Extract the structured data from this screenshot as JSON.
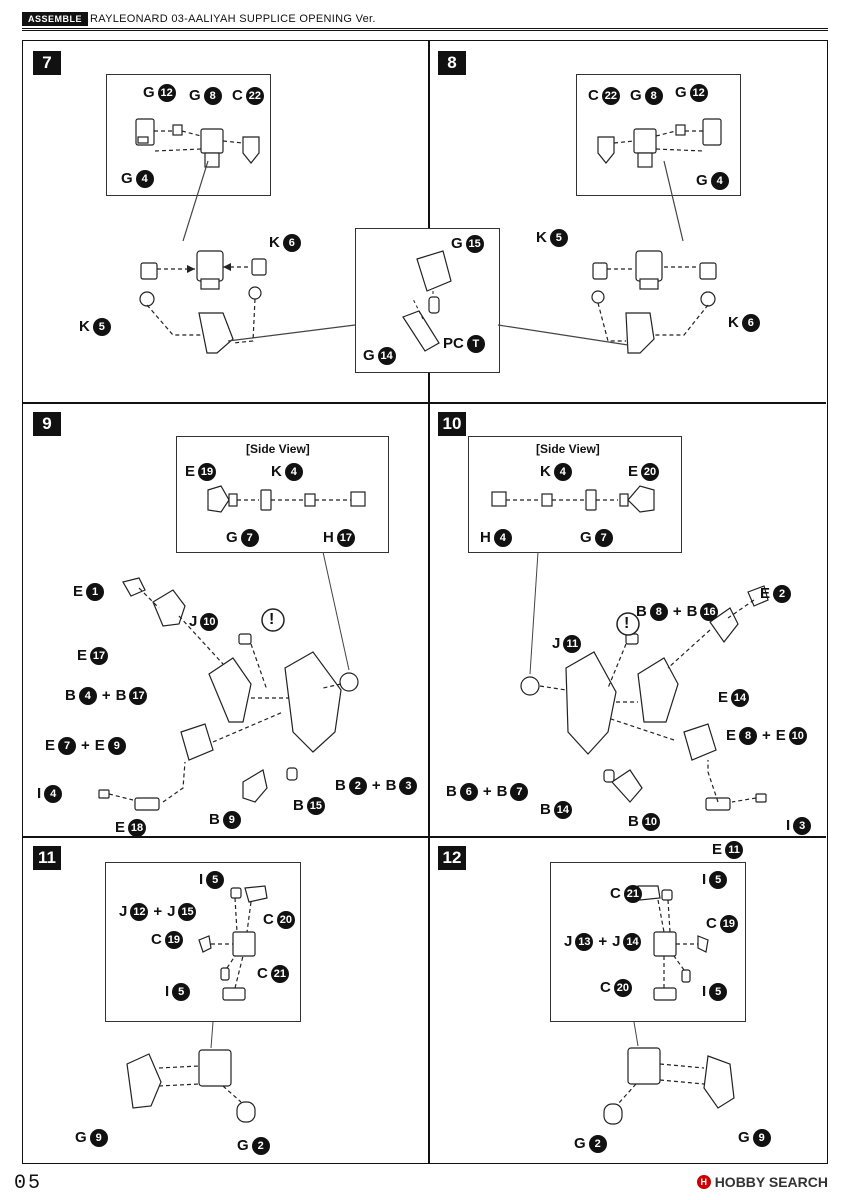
{
  "header": {
    "tag": "ASSEMBLE",
    "title": "RAYLEONARD 03-AALIYAH SUPPLICE OPENING Ver."
  },
  "steps": {
    "s7": {
      "badge": "7",
      "labels": [
        {
          "letter": "G",
          "num": "12"
        },
        {
          "letter": "G",
          "num": "8"
        },
        {
          "letter": "C",
          "num": "22"
        },
        {
          "letter": "G",
          "num": "4"
        },
        {
          "letter": "K",
          "num": "6"
        },
        {
          "letter": "K",
          "num": "5"
        }
      ]
    },
    "center": {
      "labels": [
        {
          "letter": "G",
          "num": "15"
        },
        {
          "letter": "G",
          "num": "14"
        },
        {
          "letter": "PC",
          "num": "T"
        }
      ]
    },
    "s8": {
      "badge": "8",
      "labels": [
        {
          "letter": "C",
          "num": "22"
        },
        {
          "letter": "G",
          "num": "8"
        },
        {
          "letter": "G",
          "num": "12"
        },
        {
          "letter": "G",
          "num": "4"
        },
        {
          "letter": "K",
          "num": "5"
        },
        {
          "letter": "K",
          "num": "6"
        }
      ]
    },
    "s9": {
      "badge": "9",
      "side_view": "[Side View]",
      "inset_labels": [
        {
          "letter": "E",
          "num": "19"
        },
        {
          "letter": "K",
          "num": "4"
        },
        {
          "letter": "G",
          "num": "7"
        },
        {
          "letter": "H",
          "num": "17"
        }
      ],
      "labels": [
        {
          "letter": "E",
          "num": "1"
        },
        {
          "letter": "J",
          "num": "10"
        },
        {
          "letter": "E",
          "num": "17"
        },
        {
          "letter": "B",
          "num": "4",
          "letter2": "B",
          "num2": "17"
        },
        {
          "letter": "E",
          "num": "7",
          "letter2": "E",
          "num2": "9"
        },
        {
          "letter": "I",
          "num": "4"
        },
        {
          "letter": "B",
          "num": "9"
        },
        {
          "letter": "B",
          "num": "15"
        },
        {
          "letter": "B",
          "num": "2",
          "letter2": "B",
          "num2": "3"
        },
        {
          "letter": "E",
          "num": "18"
        }
      ],
      "caution": "!"
    },
    "s10": {
      "badge": "10",
      "side_view": "[Side View]",
      "inset_labels": [
        {
          "letter": "K",
          "num": "4"
        },
        {
          "letter": "E",
          "num": "20"
        },
        {
          "letter": "H",
          "num": "4"
        },
        {
          "letter": "G",
          "num": "7"
        }
      ],
      "labels": [
        {
          "letter": "B",
          "num": "8",
          "letter2": "B",
          "num2": "16"
        },
        {
          "letter": "E",
          "num": "2"
        },
        {
          "letter": "J",
          "num": "11"
        },
        {
          "letter": "E",
          "num": "14"
        },
        {
          "letter": "E",
          "num": "8",
          "letter2": "E",
          "num2": "10"
        },
        {
          "letter": "B",
          "num": "6",
          "letter2": "B",
          "num2": "7"
        },
        {
          "letter": "B",
          "num": "14"
        },
        {
          "letter": "B",
          "num": "10"
        },
        {
          "letter": "I",
          "num": "3"
        },
        {
          "letter": "E",
          "num": "11"
        }
      ],
      "caution": "!"
    },
    "s11": {
      "badge": "11",
      "labels": [
        {
          "letter": "I",
          "num": "5"
        },
        {
          "letter": "J",
          "num": "12",
          "letter2": "J",
          "num2": "15"
        },
        {
          "letter": "C",
          "num": "20"
        },
        {
          "letter": "C",
          "num": "19"
        },
        {
          "letter": "C",
          "num": "21"
        },
        {
          "letter": "I",
          "num": "5"
        },
        {
          "letter": "G",
          "num": "9"
        },
        {
          "letter": "G",
          "num": "2"
        }
      ]
    },
    "s12": {
      "badge": "12",
      "labels": [
        {
          "letter": "C",
          "num": "21"
        },
        {
          "letter": "I",
          "num": "5"
        },
        {
          "letter": "C",
          "num": "19"
        },
        {
          "letter": "J",
          "num": "13",
          "letter2": "J",
          "num2": "14"
        },
        {
          "letter": "C",
          "num": "20"
        },
        {
          "letter": "I",
          "num": "5"
        },
        {
          "letter": "G",
          "num": "2"
        },
        {
          "letter": "G",
          "num": "9"
        }
      ]
    }
  },
  "footer": {
    "page": "05",
    "brand": "HOBBY SEARCH",
    "brand_icon": "H"
  }
}
